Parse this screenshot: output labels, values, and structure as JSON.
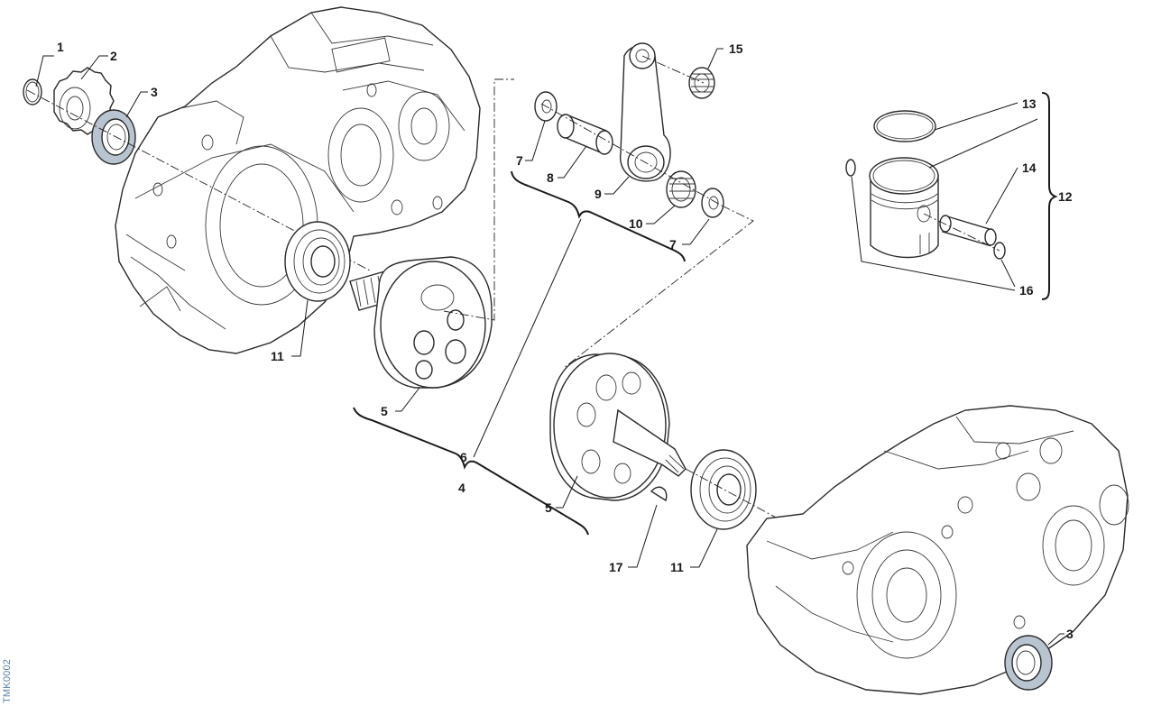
{
  "drawing_code": "TMK0002",
  "seal_color": "#b8c4cf",
  "callouts": [
    {
      "id": "c1",
      "text": "1"
    },
    {
      "id": "c2",
      "text": "2"
    },
    {
      "id": "c3a",
      "text": "3"
    },
    {
      "id": "c3b",
      "text": "3"
    },
    {
      "id": "c4",
      "text": "4"
    },
    {
      "id": "c5a",
      "text": "5"
    },
    {
      "id": "c5b",
      "text": "5"
    },
    {
      "id": "c6",
      "text": "6"
    },
    {
      "id": "c7a",
      "text": "7"
    },
    {
      "id": "c7b",
      "text": "7"
    },
    {
      "id": "c8",
      "text": "8"
    },
    {
      "id": "c9",
      "text": "9"
    },
    {
      "id": "c10",
      "text": "10"
    },
    {
      "id": "c11a",
      "text": "11"
    },
    {
      "id": "c11b",
      "text": "11"
    },
    {
      "id": "c12",
      "text": "12"
    },
    {
      "id": "c13",
      "text": "13"
    },
    {
      "id": "c14",
      "text": "14"
    },
    {
      "id": "c15",
      "text": "15"
    },
    {
      "id": "c16",
      "text": "16"
    },
    {
      "id": "c17",
      "text": "17"
    }
  ]
}
